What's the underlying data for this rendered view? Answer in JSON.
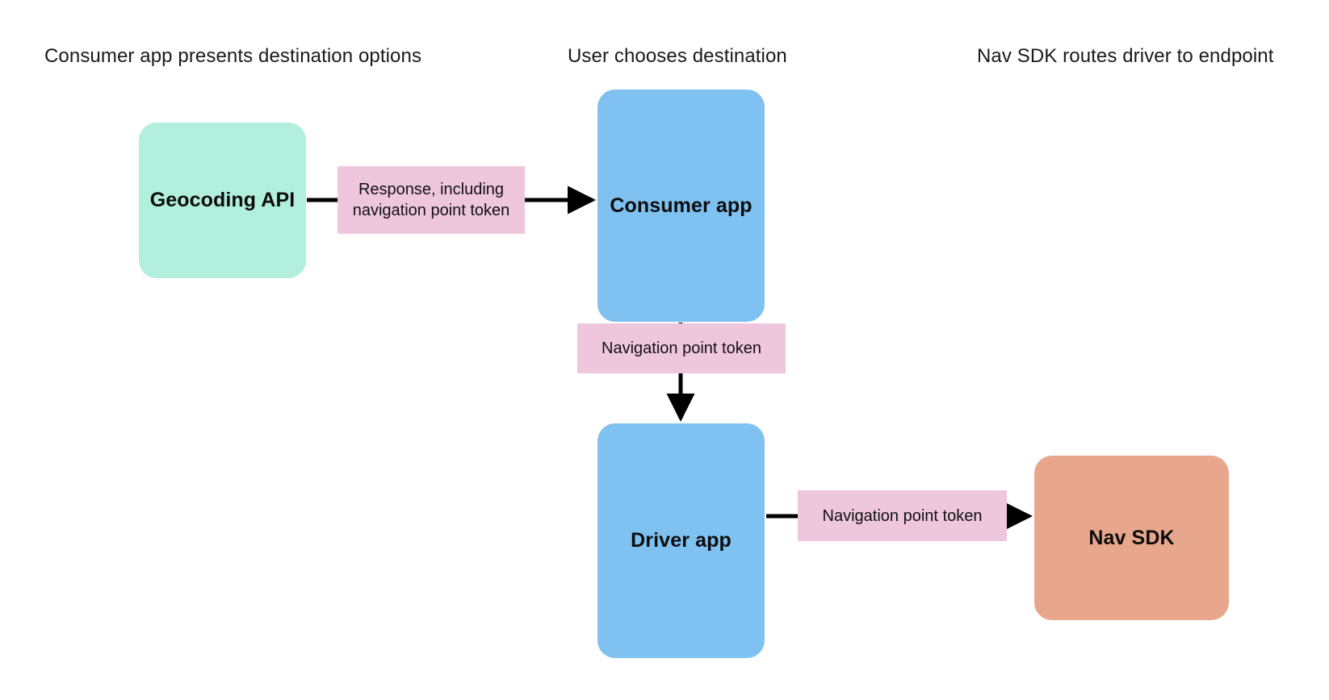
{
  "diagram": {
    "title_columns": [
      {
        "id": "consumer",
        "label": "Consumer app presents destination options"
      },
      {
        "id": "user",
        "label": "User chooses destination"
      },
      {
        "id": "navsdk",
        "label": "Nav SDK routes driver to endpoint"
      }
    ],
    "nodes": [
      {
        "id": "geocoding",
        "label": "Geocoding API",
        "color": "#b2efdc"
      },
      {
        "id": "consumer_app",
        "label": "Consumer app",
        "color": "#7fc1f0"
      },
      {
        "id": "driver_app",
        "label": "Driver app",
        "color": "#7fc1f0"
      },
      {
        "id": "nav_sdk",
        "label": "Nav SDK",
        "color": "#e8a78d"
      }
    ],
    "edges": [
      {
        "id": "geocoding_to_consumer",
        "from": "geocoding",
        "to": "consumer_app",
        "label": "Response, including navigation point token",
        "label_color": "#eec7dd",
        "direction": "right"
      },
      {
        "id": "consumer_to_driver",
        "from": "consumer_app",
        "to": "driver_app",
        "label": "Navigation point token",
        "label_color": "#eec7dd",
        "direction": "down"
      },
      {
        "id": "driver_to_navsdk",
        "from": "driver_app",
        "to": "nav_sdk",
        "label": "Navigation point token",
        "label_color": "#eec7dd",
        "direction": "right"
      }
    ],
    "colors": {
      "background": "#ffffff",
      "arrow": "#000000",
      "text": "#111111",
      "mint": "#b2efdc",
      "blue": "#7fc1f0",
      "pink": "#eec7dd",
      "salmon": "#e8a78d"
    }
  }
}
